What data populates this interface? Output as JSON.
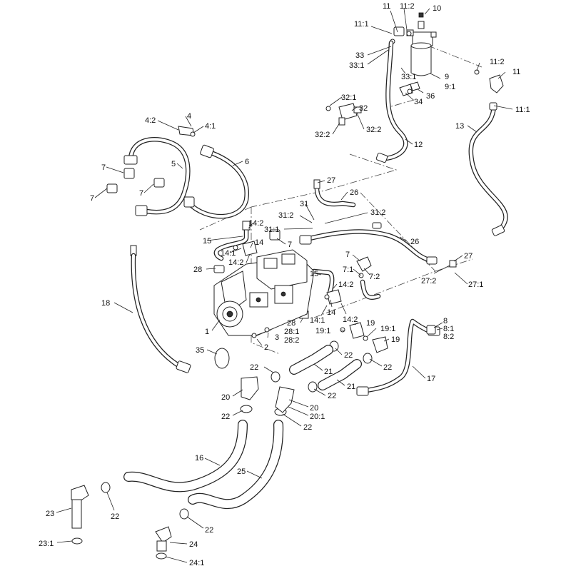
{
  "labels": [
    {
      "id": "c1",
      "text": "11"
    },
    {
      "id": "c2",
      "text": "11:2"
    },
    {
      "id": "c3",
      "text": "10"
    },
    {
      "id": "c4",
      "text": "11:1"
    },
    {
      "id": "c5",
      "text": "33"
    },
    {
      "id": "c6",
      "text": "33:1"
    },
    {
      "id": "c7",
      "text": "33:1"
    },
    {
      "id": "c8",
      "text": "9"
    },
    {
      "id": "c9",
      "text": "9:1"
    },
    {
      "id": "c10",
      "text": "36"
    },
    {
      "id": "c11",
      "text": "34"
    },
    {
      "id": "c12",
      "text": "11:2"
    },
    {
      "id": "c13",
      "text": "11"
    },
    {
      "id": "c14",
      "text": "11:1"
    },
    {
      "id": "c15",
      "text": "13"
    },
    {
      "id": "c16",
      "text": "32:1"
    },
    {
      "id": "c17",
      "text": "32"
    },
    {
      "id": "c18",
      "text": "32:2"
    },
    {
      "id": "c19",
      "text": "32:2"
    },
    {
      "id": "c20",
      "text": "12"
    },
    {
      "id": "c21",
      "text": "4:2"
    },
    {
      "id": "c22",
      "text": "4"
    },
    {
      "id": "c23",
      "text": "4:1"
    },
    {
      "id": "c24",
      "text": "6"
    },
    {
      "id": "c25",
      "text": "5"
    },
    {
      "id": "c26",
      "text": "7"
    },
    {
      "id": "c27",
      "text": "7"
    },
    {
      "id": "c28",
      "text": "7"
    },
    {
      "id": "c29",
      "text": "27"
    },
    {
      "id": "c30",
      "text": "26"
    },
    {
      "id": "c31",
      "text": "31"
    },
    {
      "id": "c32",
      "text": "31:2"
    },
    {
      "id": "c33",
      "text": "31:2"
    },
    {
      "id": "c34",
      "text": "31:1"
    },
    {
      "id": "c35",
      "text": "14:2"
    },
    {
      "id": "c36",
      "text": "15"
    },
    {
      "id": "c37",
      "text": "14"
    },
    {
      "id": "c38",
      "text": "7"
    },
    {
      "id": "c39",
      "text": "26"
    },
    {
      "id": "c40",
      "text": "14:1"
    },
    {
      "id": "c41",
      "text": "14:2"
    },
    {
      "id": "c42",
      "text": "28"
    },
    {
      "id": "c43",
      "text": "7"
    },
    {
      "id": "c44",
      "text": "7:1"
    },
    {
      "id": "c45",
      "text": "7:2"
    },
    {
      "id": "c46",
      "text": "27"
    },
    {
      "id": "c47",
      "text": "27:2"
    },
    {
      "id": "c48",
      "text": "27:1"
    },
    {
      "id": "c49",
      "text": "15"
    },
    {
      "id": "c50",
      "text": "14:2"
    },
    {
      "id": "c51",
      "text": "18"
    },
    {
      "id": "c52",
      "text": "14"
    },
    {
      "id": "c53",
      "text": "14:1"
    },
    {
      "id": "c54",
      "text": "14:2"
    },
    {
      "id": "c55",
      "text": "19"
    },
    {
      "id": "c56",
      "text": "28"
    },
    {
      "id": "c57",
      "text": "28:1"
    },
    {
      "id": "c58",
      "text": "28:2"
    },
    {
      "id": "c59",
      "text": "19:1"
    },
    {
      "id": "c60",
      "text": "19:1"
    },
    {
      "id": "c61",
      "text": "8"
    },
    {
      "id": "c62",
      "text": "8:1"
    },
    {
      "id": "c63",
      "text": "8:2"
    },
    {
      "id": "c64",
      "text": "1"
    },
    {
      "id": "c65",
      "text": "3"
    },
    {
      "id": "c66",
      "text": "2"
    },
    {
      "id": "c67",
      "text": "19"
    },
    {
      "id": "c68",
      "text": "35"
    },
    {
      "id": "c69",
      "text": "22"
    },
    {
      "id": "c70",
      "text": "22"
    },
    {
      "id": "c71",
      "text": "22"
    },
    {
      "id": "c72",
      "text": "21"
    },
    {
      "id": "c73",
      "text": "17"
    },
    {
      "id": "c74",
      "text": "21"
    },
    {
      "id": "c75",
      "text": "20"
    },
    {
      "id": "c76",
      "text": "22"
    },
    {
      "id": "c77",
      "text": "22"
    },
    {
      "id": "c78",
      "text": "20"
    },
    {
      "id": "c79",
      "text": "20:1"
    },
    {
      "id": "c80",
      "text": "22"
    },
    {
      "id": "c81",
      "text": "16"
    },
    {
      "id": "c82",
      "text": "25"
    },
    {
      "id": "c83",
      "text": "23"
    },
    {
      "id": "c84",
      "text": "22"
    },
    {
      "id": "c85",
      "text": "22"
    },
    {
      "id": "c86",
      "text": "23:1"
    },
    {
      "id": "c87",
      "text": "24"
    },
    {
      "id": "c88",
      "text": "24:1"
    }
  ]
}
